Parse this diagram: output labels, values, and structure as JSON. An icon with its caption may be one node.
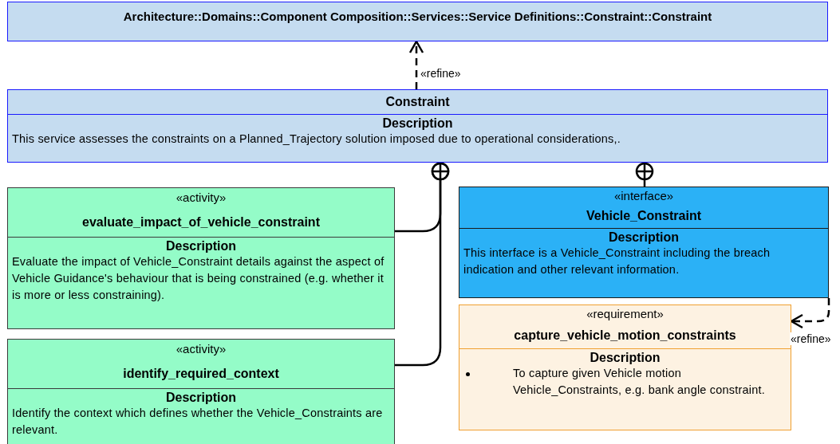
{
  "diagram": {
    "nodes": [
      {
        "text": [
          "Architecture::Domains::Component Composition::Services::Service Definitions::Constraint::Constraint"
        ]
      },
      {
        "text": [
          "Constraint",
          "Description",
          "This service assesses the constraints on a Planned_Trajectory solution imposed due to operational considerations,."
        ]
      },
      {
        "text": [
          "«activity»",
          "evaluate_impact_of_vehicle_constraint",
          "Description",
          "Evaluate the impact of Vehicle_Constraint details against the aspect of Vehicle Guidance's behaviour that is being constrained (e.g. whether it is more or less constraining)."
        ]
      },
      {
        "text": [
          "«activity»",
          "identify_required_context",
          "Description",
          "Identify the context which defines whether the Vehicle_Constraints are relevant."
        ]
      },
      {
        "text": [
          "«interface»",
          "Vehicle_Constraint",
          "Description",
          "This interface is a Vehicle_Constraint including the breach indication and other relevant information."
        ]
      },
      {
        "text": [
          "«requirement»",
          "capture_vehicle_motion_constraints",
          "Description",
          "To capture given Vehicle motion Vehicle_Constraints, e.g. bank angle constraint."
        ]
      }
    ],
    "edges": [
      {
        "from": 1,
        "to": 0,
        "arrow": "to",
        "label": "«refine»",
        "style": "dashed"
      },
      {
        "from": 2,
        "to": 1,
        "arrow": "other"
      },
      {
        "from": 3,
        "to": 1,
        "arrow": "other"
      },
      {
        "from": 4,
        "to": 1,
        "arrow": "other"
      },
      {
        "from": 4,
        "to": 5,
        "arrow": "to",
        "label": "«refine»",
        "style": "dashed"
      }
    ]
  }
}
